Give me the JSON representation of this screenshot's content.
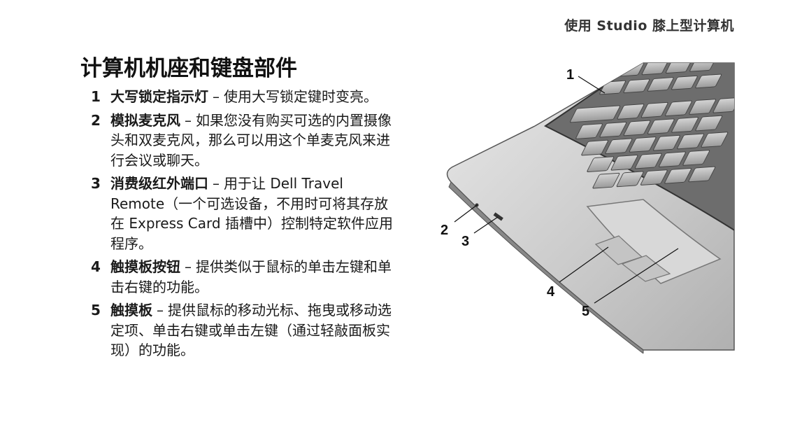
{
  "header": {
    "running_title": "使用 Studio 膝上型计算机"
  },
  "section": {
    "title": "计算机机座和键盘部件"
  },
  "items": [
    {
      "num": "1",
      "term": "大写锁定指示灯",
      "sep": "–",
      "desc": "使用大写锁定键时变亮。"
    },
    {
      "num": "2",
      "term": "模拟麦克风",
      "sep": "–",
      "desc": "如果您没有购买可选的内置摄像头和双麦克风，那么可以用这个单麦克风来进行会议或聊天。"
    },
    {
      "num": "3",
      "term": "消费级红外端口",
      "sep": "–",
      "desc": "用于让 Dell Travel Remote（一个可选设备，不用时可将其存放在 Express Card 插槽中）控制特定软件应用程序。"
    },
    {
      "num": "4",
      "term": "触摸板按钮",
      "sep": "–",
      "desc": "提供类似于鼠标的单击左键和单击右键的功能。"
    },
    {
      "num": "5",
      "term": "触摸板",
      "sep": "–",
      "desc": "提供鼠标的移动光标、拖曳或移动选定项、单击右键或单击左键（通过轻敲面板实现）的功能。"
    }
  ],
  "figure": {
    "callouts": [
      "1",
      "2",
      "3",
      "4",
      "5"
    ]
  }
}
